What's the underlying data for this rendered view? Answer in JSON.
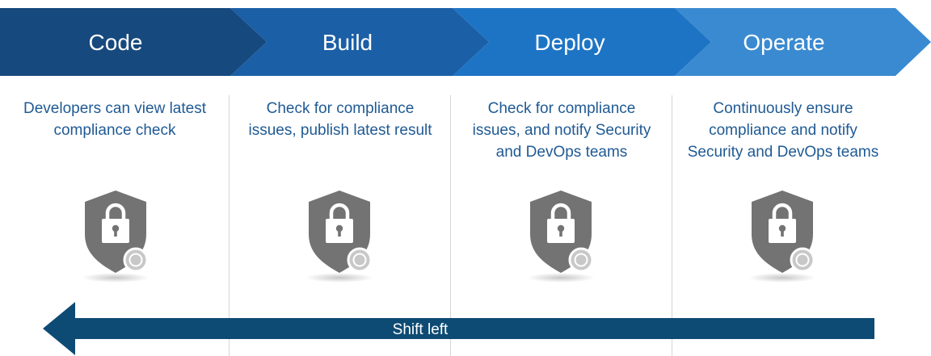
{
  "stages": [
    {
      "label": "Code",
      "description": "Developers can view latest\ncompliance check"
    },
    {
      "label": "Build",
      "description": "Check for compliance\nissues, publish latest result"
    },
    {
      "label": "Deploy",
      "description": "Check for compliance\nissues, and notify Security\nand DevOps teams"
    },
    {
      "label": "Operate",
      "description": "Continuously ensure\ncompliance and notify\nSecurity and DevOps teams"
    }
  ],
  "stage_colors": [
    "#16497d",
    "#1b5fa6",
    "#1e74c4",
    "#3a8ad1"
  ],
  "text_color": "#1f5a94",
  "icon": {
    "name": "shield-lock-icon",
    "shield_color": "#737373",
    "badge_color": "#c8c8c8"
  },
  "shift_arrow": {
    "label": "Shift left",
    "color": "#0e4b74"
  }
}
